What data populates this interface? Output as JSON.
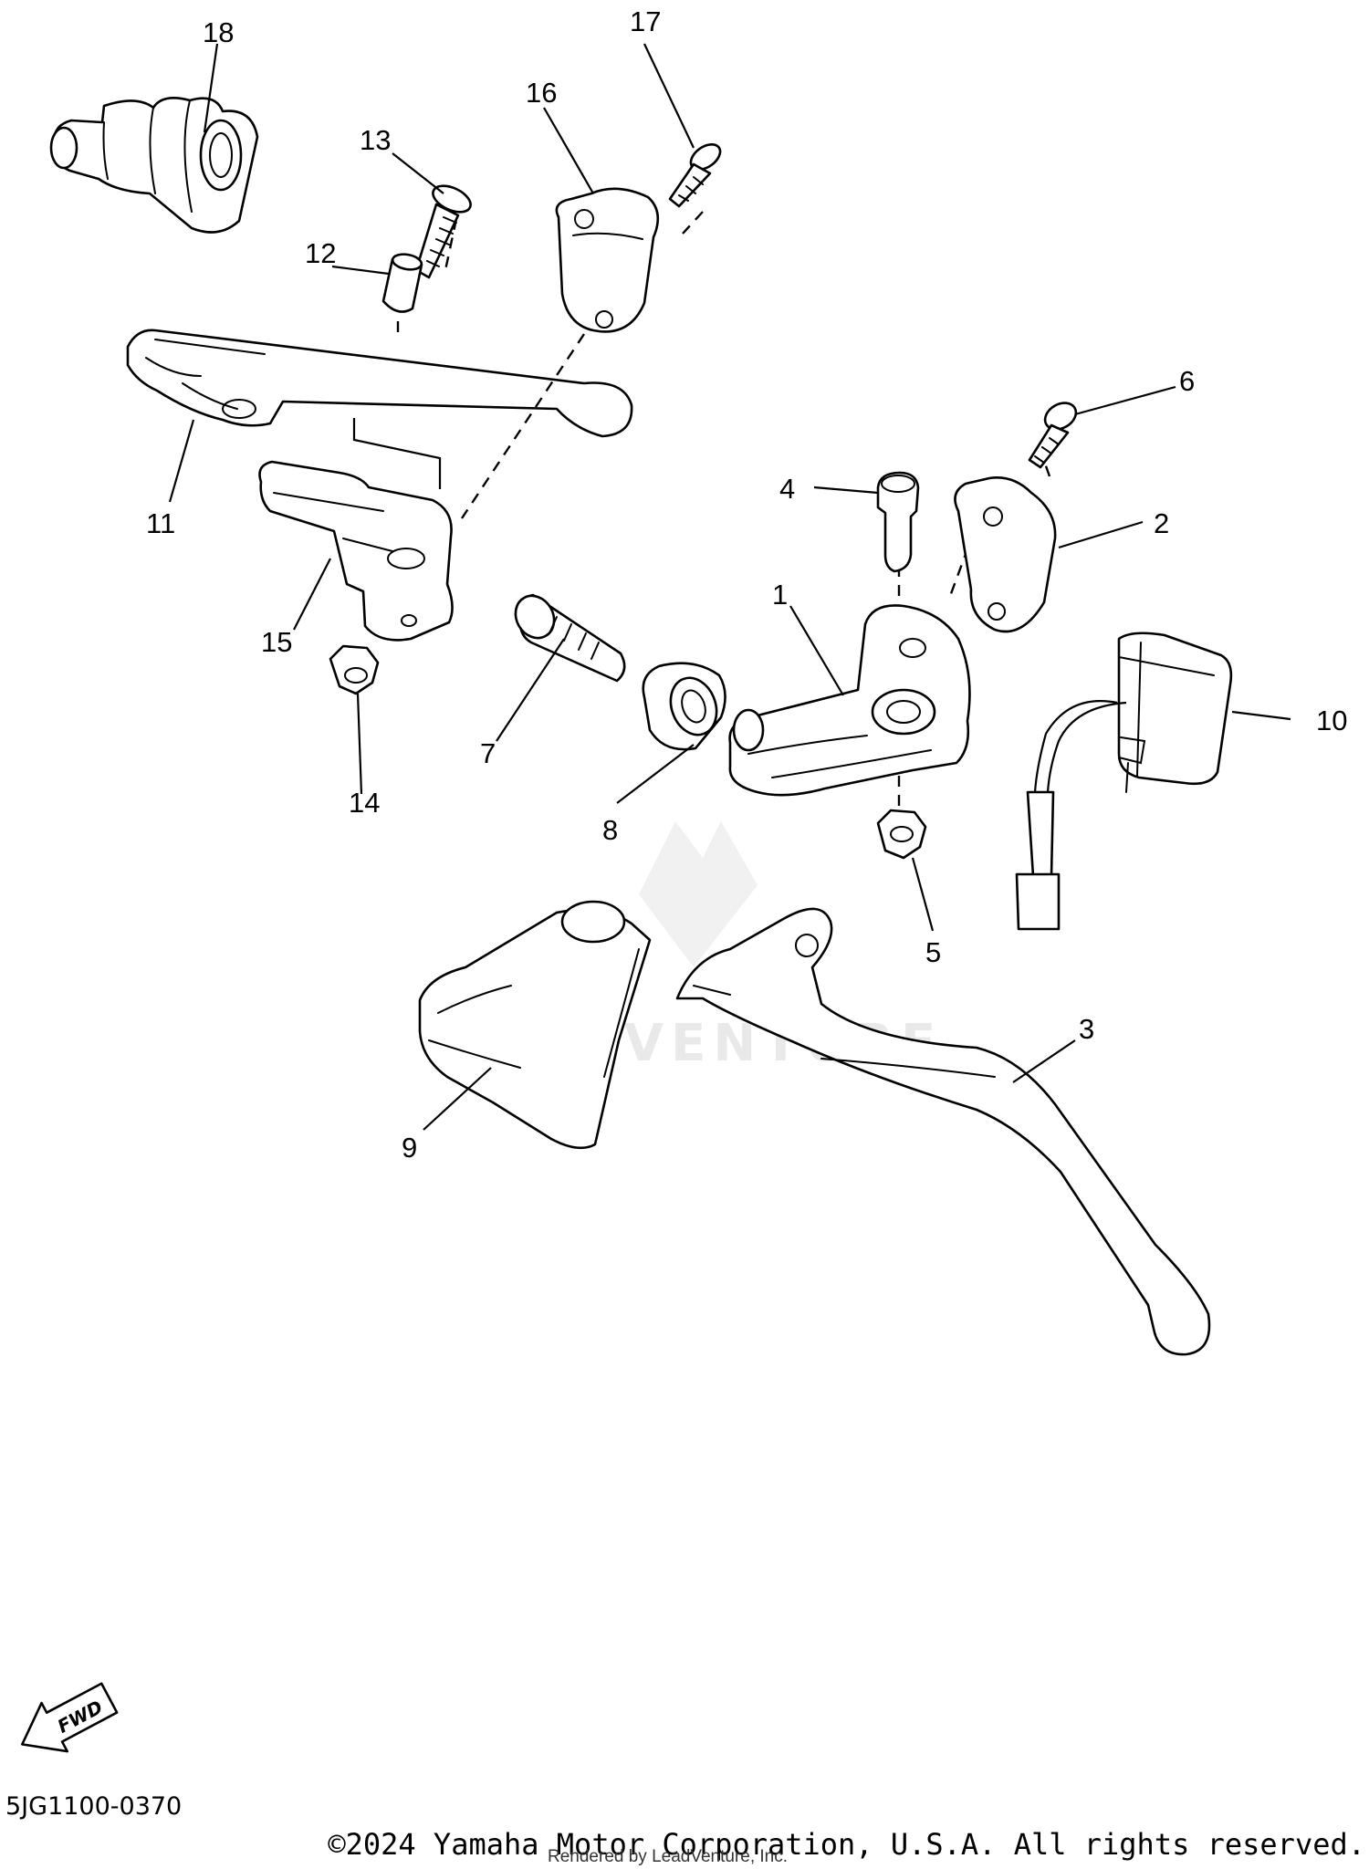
{
  "diagram": {
    "callouts": [
      "1",
      "2",
      "3",
      "4",
      "5",
      "6",
      "7",
      "8",
      "9",
      "10",
      "11",
      "12",
      "13",
      "14",
      "15",
      "16",
      "17",
      "18"
    ],
    "fwd_label": "FWD",
    "diagram_code": "5JG1100-0370"
  },
  "watermark": {
    "text": "LEADVENTURE"
  },
  "footer": {
    "copyright": "©2024 Yamaha Motor Corporation, U.S.A. All rights reserved.",
    "rendered_by": "Rendered by LeadVenture, Inc."
  }
}
